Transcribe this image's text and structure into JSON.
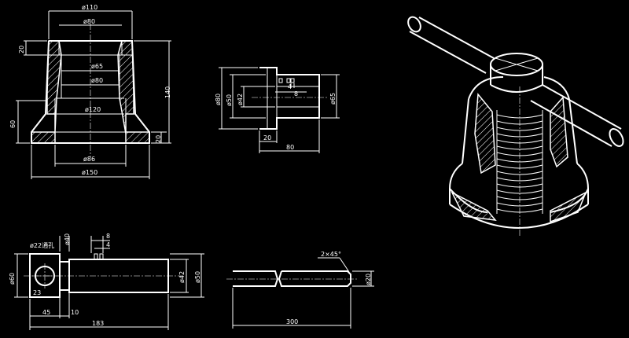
{
  "drawing": {
    "background": "#000000",
    "line_color": "#ffffff",
    "base_view": {
      "dims": {
        "top_dia": "ø110",
        "inner_top_dia": "ø80",
        "top_height": "20",
        "bore_dia": "ø65",
        "mid_dia": "ø80",
        "lower_dia": "ø120",
        "total_height": "140",
        "left_height": "60",
        "flange_height": "20",
        "bottom_bore": "ø86",
        "base_dia": "ø150"
      }
    },
    "nut_view": {
      "dims": {
        "outer_dia": "ø80",
        "inner_dia": "ø50",
        "bore_dia": "ø42",
        "right_dia": "ø65",
        "slot_4": "4",
        "slot_8": "8",
        "flange_len": "20",
        "total_len": "80"
      }
    },
    "screw_view": {
      "dims": {
        "cross_hole": "ø22通孔",
        "neck_dia": "ø40",
        "slot_8": "8",
        "slot_4": "4",
        "head_dia": "ø60",
        "hole_offset": "23",
        "thread_dia": "ø42",
        "shank_dia": "ø50",
        "head_len": "45",
        "neck_len": "10",
        "total_len": "183"
      }
    },
    "bar_view": {
      "dims": {
        "chamfer": "2×45°",
        "dia": "ø20",
        "length": "300"
      }
    },
    "iso_view": {
      "label": ""
    }
  }
}
